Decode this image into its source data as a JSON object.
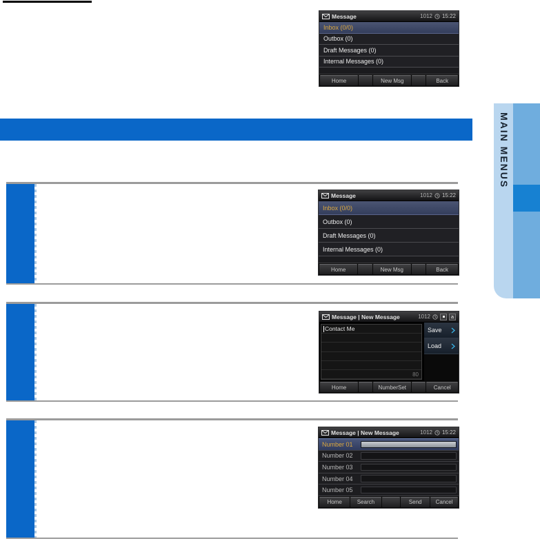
{
  "sidebar_tab": {
    "label": "MAIN MENUS"
  },
  "status": {
    "terminal_id": "1012",
    "time": "15:22"
  },
  "screens": {
    "message_list": {
      "title": "Message",
      "items": [
        {
          "label": "Inbox (0/0)"
        },
        {
          "label": "Outbox (0)"
        },
        {
          "label": "Draft Messages (0)"
        },
        {
          "label": "Internal Messages (0)"
        }
      ],
      "softkeys": {
        "key1": "Home",
        "key2": "New Msg",
        "key3": "Back"
      }
    },
    "compose": {
      "title": "Message | New Message",
      "input_mode_char": "a",
      "body_text": "Contact Me",
      "char_counter": "80",
      "side_buttons": [
        {
          "label": "Save"
        },
        {
          "label": "Load"
        }
      ],
      "softkeys": {
        "key1": "Home",
        "key2": "NumberSet",
        "key3": "Cancel"
      }
    },
    "numbers": {
      "title": "Message | New Message",
      "fields": [
        {
          "label": "Number 01",
          "value": ""
        },
        {
          "label": "Number 02",
          "value": ""
        },
        {
          "label": "Number 03",
          "value": ""
        },
        {
          "label": "Number 04",
          "value": ""
        },
        {
          "label": "Number 05",
          "value": ""
        }
      ],
      "softkeys": {
        "key1": "Home",
        "key2": "Search",
        "key3": "Send",
        "key4": "Cancel"
      }
    }
  },
  "colors": {
    "accent_blue": "#0a67c8",
    "sidebar_light": "#b9d6ef",
    "sidebar_medium": "#6fadde",
    "sidebar_active": "#1781d2",
    "selected_row_bg": "#3e4a6e",
    "selected_text_yellow": "#dca83f",
    "chevron_cyan": "#38b2e6"
  }
}
